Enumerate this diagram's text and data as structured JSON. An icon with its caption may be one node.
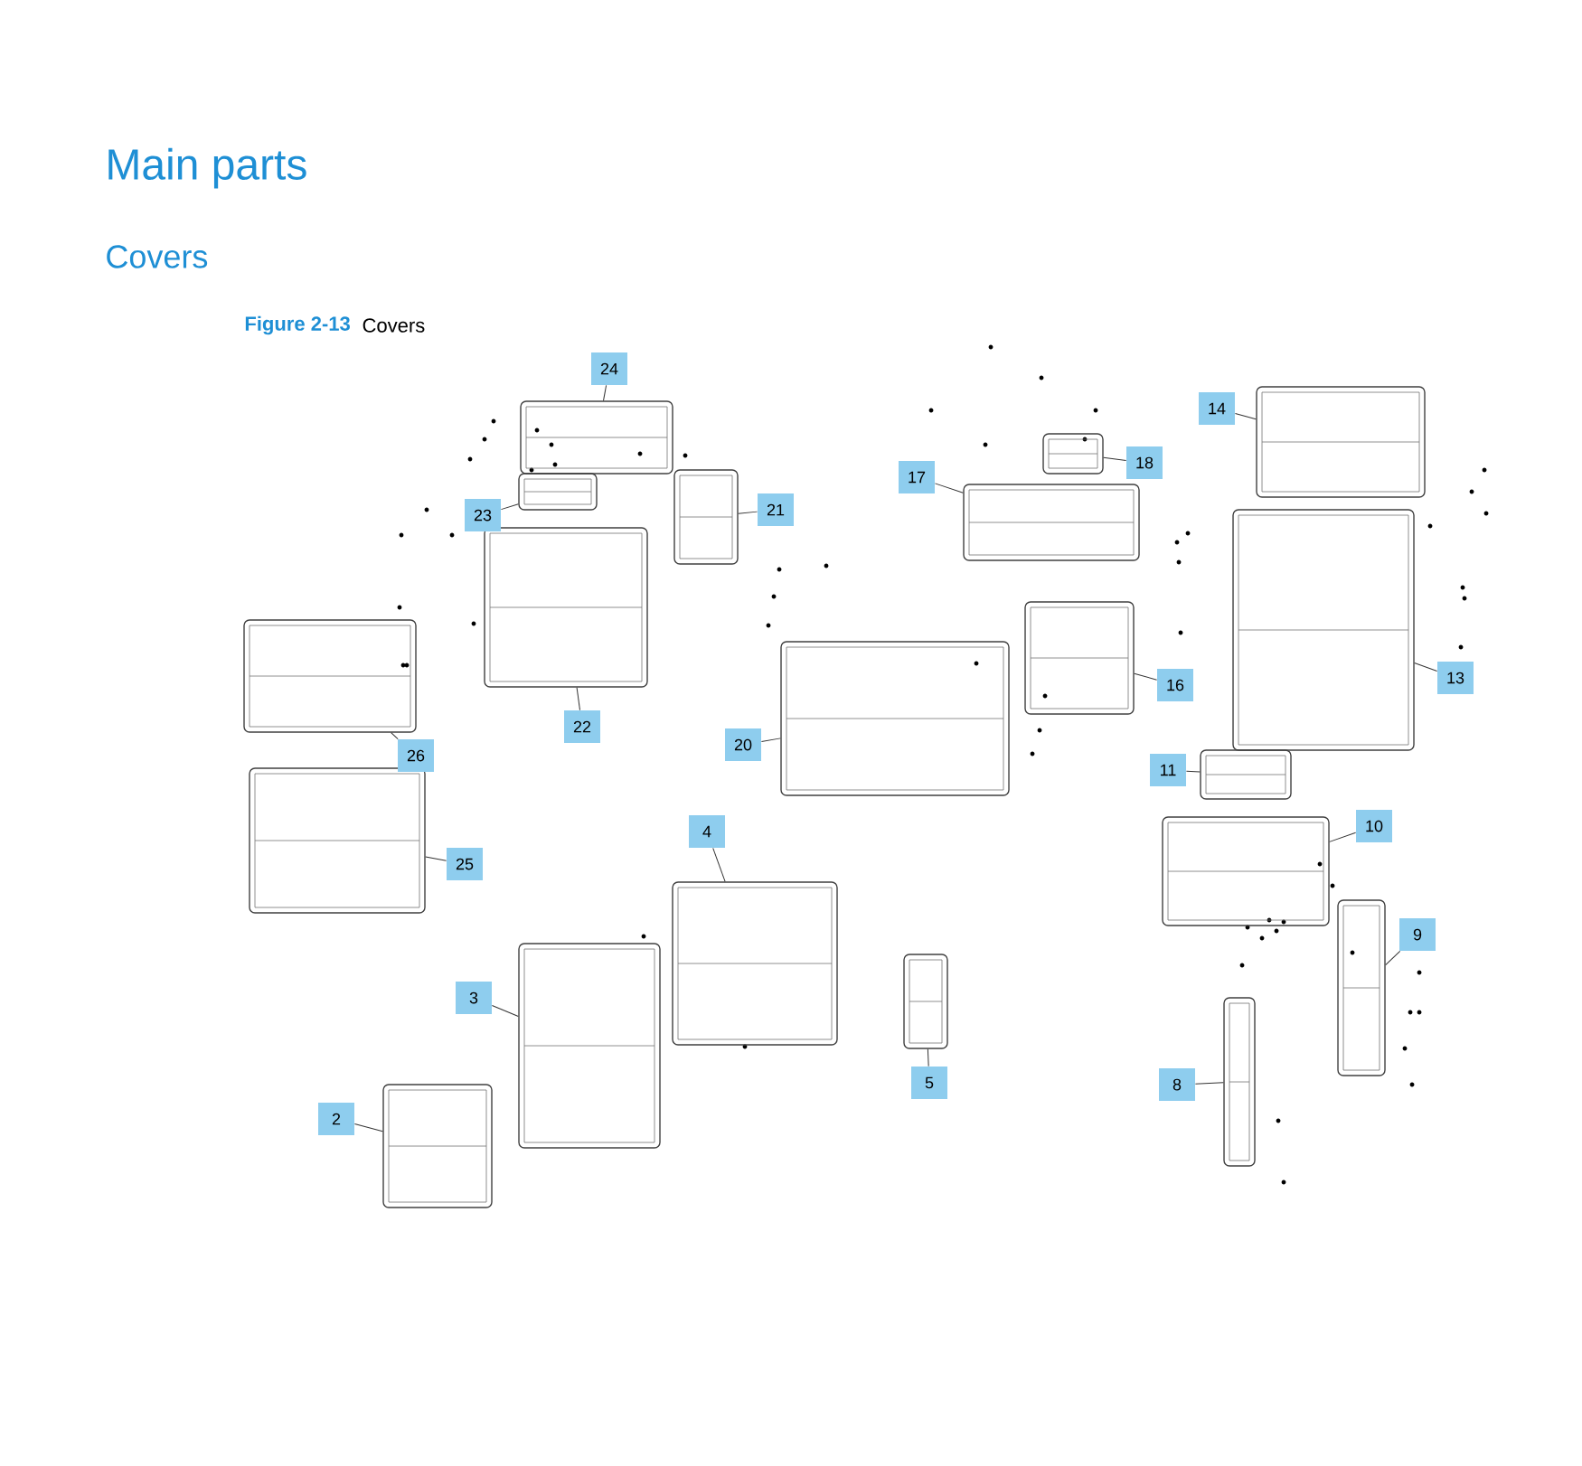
{
  "diagram": {
    "title": "Main parts",
    "nodes": [
      {
        "text": [
          "2"
        ]
      },
      {
        "text": [],
        "shape": "picture"
      },
      {
        "text": [
          "3"
        ]
      },
      {
        "text": [],
        "shape": "picture"
      },
      {
        "text": [
          "4"
        ]
      },
      {
        "text": [],
        "shape": "picture"
      },
      {
        "text": [
          "5"
        ]
      },
      {
        "text": [],
        "shape": "picture"
      },
      {
        "text": [
          "8"
        ]
      },
      {
        "text": [],
        "shape": "picture"
      },
      {
        "text": [
          "9"
        ]
      },
      {
        "text": [],
        "shape": "picture"
      },
      {
        "text": [
          "10"
        ]
      },
      {
        "text": [],
        "shape": "picture"
      },
      {
        "text": [
          "11"
        ]
      },
      {
        "text": [],
        "shape": "picture"
      },
      {
        "text": [
          "13"
        ]
      },
      {
        "text": [],
        "shape": "picture"
      },
      {
        "text": [
          "14"
        ]
      },
      {
        "text": [],
        "shape": "picture"
      },
      {
        "text": [
          "16"
        ]
      },
      {
        "text": [],
        "shape": "picture"
      },
      {
        "text": [
          "17"
        ]
      },
      {
        "text": [],
        "shape": "picture"
      },
      {
        "text": [
          "18"
        ]
      },
      {
        "text": [],
        "shape": "picture"
      },
      {
        "text": [
          "20"
        ]
      },
      {
        "text": [],
        "shape": "picture"
      },
      {
        "text": [
          "21"
        ]
      },
      {
        "text": [],
        "shape": "picture"
      },
      {
        "text": [
          "22"
        ]
      },
      {
        "text": [],
        "shape": "picture"
      },
      {
        "text": [
          "23"
        ]
      },
      {
        "text": [],
        "shape": "picture"
      },
      {
        "text": [
          "24"
        ]
      },
      {
        "text": [],
        "shape": "picture"
      },
      {
        "text": [
          "25"
        ]
      },
      {
        "text": [],
        "shape": "picture"
      },
      {
        "text": [
          "26"
        ]
      },
      {
        "text": [],
        "shape": "picture"
      }
    ],
    "edges": [
      {
        "from": 0,
        "to": 1,
        "arrow": "none"
      },
      {
        "from": 2,
        "to": 3,
        "arrow": "none"
      },
      {
        "from": 4,
        "to": 5,
        "arrow": "none"
      },
      {
        "from": 6,
        "to": 7,
        "arrow": "none"
      },
      {
        "from": 8,
        "to": 9,
        "arrow": "none"
      },
      {
        "from": 10,
        "to": 11,
        "arrow": "none"
      },
      {
        "from": 12,
        "to": 13,
        "arrow": "none"
      },
      {
        "from": 14,
        "to": 15,
        "arrow": "none"
      },
      {
        "from": 16,
        "to": 17,
        "arrow": "none"
      },
      {
        "from": 18,
        "to": 19,
        "arrow": "none"
      },
      {
        "from": 20,
        "to": 21,
        "arrow": "none"
      },
      {
        "from": 22,
        "to": 23,
        "arrow": "none"
      },
      {
        "from": 24,
        "to": 25,
        "arrow": "none"
      },
      {
        "from": 26,
        "to": 27,
        "arrow": "none"
      },
      {
        "from": 28,
        "to": 29,
        "arrow": "none"
      },
      {
        "from": 30,
        "to": 31,
        "arrow": "none"
      },
      {
        "from": 32,
        "to": 33,
        "arrow": "none"
      },
      {
        "from": 34,
        "to": 35,
        "arrow": "none"
      },
      {
        "from": 36,
        "to": 37,
        "arrow": "none"
      },
      {
        "from": 38,
        "to": 39,
        "arrow": "none"
      }
    ],
    "labels": [
      "Covers",
      "Figure 2-13",
      "Covers"
    ]
  }
}
